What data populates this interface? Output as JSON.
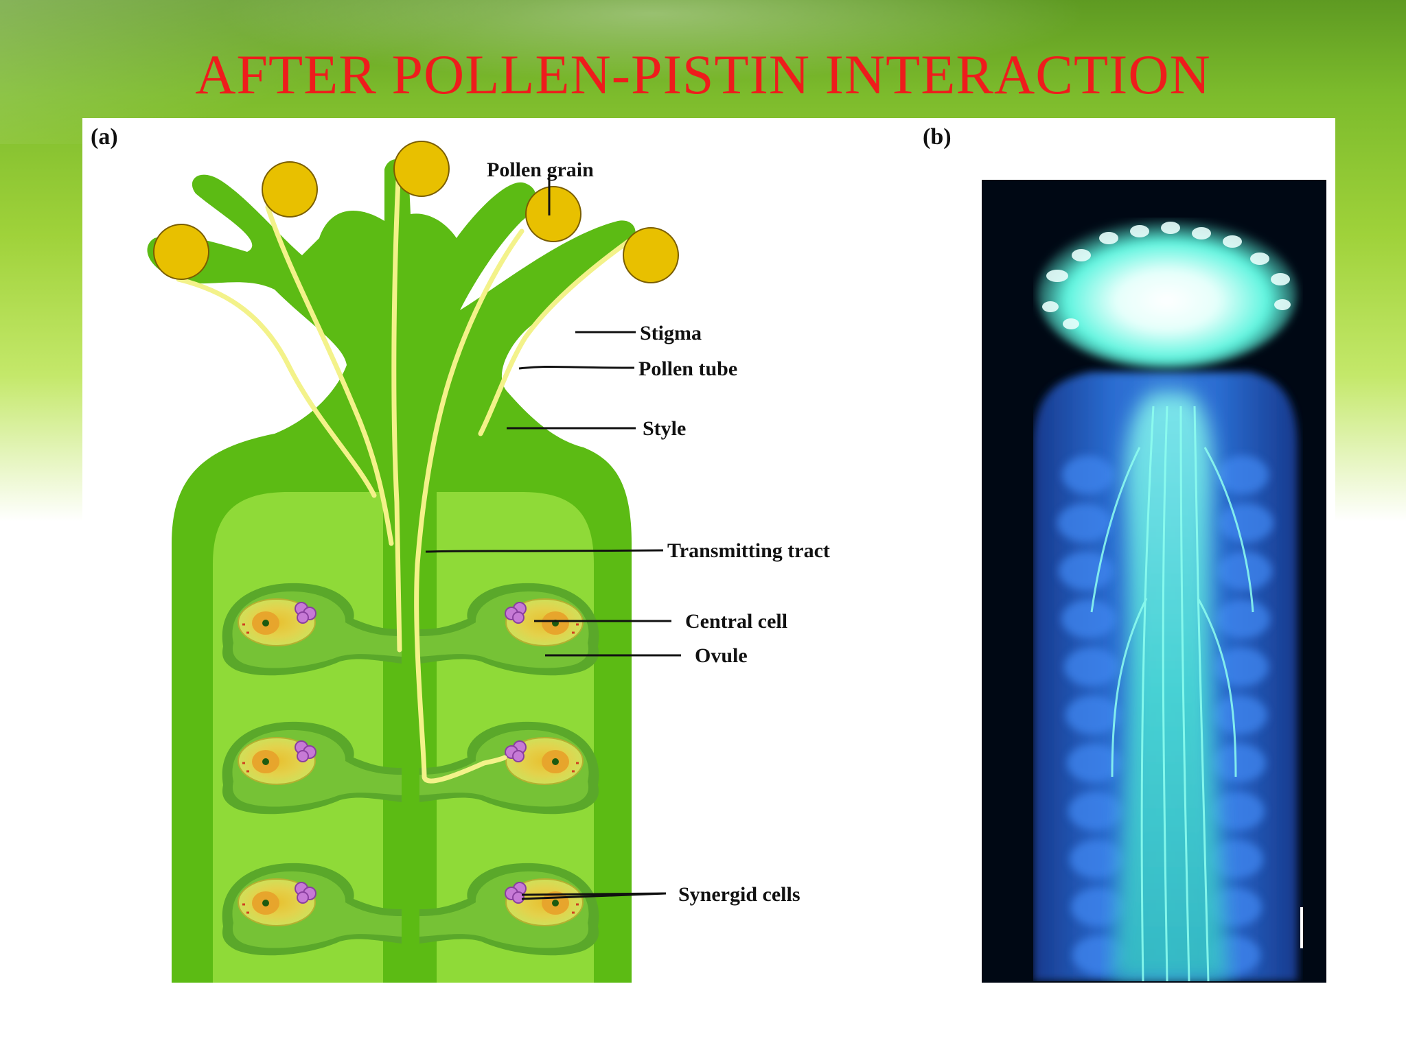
{
  "slide": {
    "title": "AFTER POLLEN-PISTIN INTERACTION"
  },
  "panel_a": {
    "letter": "(a)",
    "labels": {
      "pollen_grain": "Pollen grain",
      "stigma": "Stigma",
      "pollen_tube": "Pollen tube",
      "style": "Style",
      "transmitting_tract": "Transmitting tract",
      "central_cell": "Central cell",
      "ovule": "Ovule",
      "synergid_cells": "Synergid cells"
    }
  },
  "panel_b": {
    "letter": "(b)"
  },
  "colors": {
    "title": "#ee1c1c",
    "pistil_dark": "#5cbb14",
    "pistil_light": "#8fda38",
    "pollen": "#e8c000",
    "pollen_tube": "#f3f28a",
    "synergid": "#c77ad6",
    "micrograph_bg": "#000814",
    "micrograph_blue": "#2a6fe0",
    "micrograph_cyan": "#40f2dc"
  }
}
